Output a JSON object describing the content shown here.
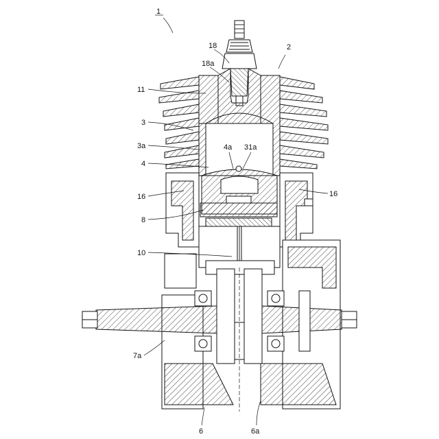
{
  "labels": {
    "ref_1": "1",
    "ref_2": "2",
    "ref_3": "3",
    "ref_3a": "3a",
    "ref_4": "4",
    "ref_4a": "4a",
    "ref_31a": "31a",
    "ref_6": "6",
    "ref_6a": "6a",
    "ref_7a": "7a",
    "ref_8": "8",
    "ref_10": "10",
    "ref_11": "11",
    "ref_16_left": "16",
    "ref_16_right": "16",
    "ref_18": "18",
    "ref_18a": "18a"
  }
}
